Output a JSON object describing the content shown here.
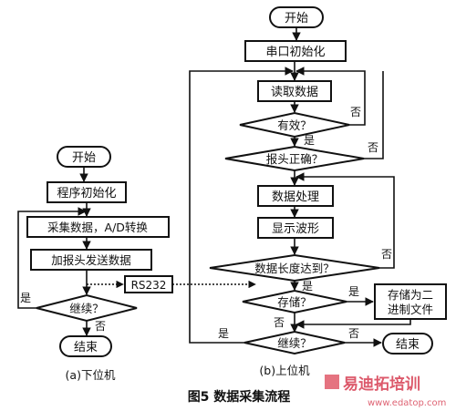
{
  "caption": "图5   数据采集流程",
  "left": {
    "title": "(a)下位机",
    "start": "开始",
    "init": "程序初始化",
    "collect": "采集数据，A/D转换",
    "send": "加报头发送数据",
    "continue": "继续？",
    "yes": "是",
    "no": "否",
    "end": "结束"
  },
  "link": {
    "rs232": "RS232"
  },
  "right": {
    "title": "(b)上位机",
    "start": "开始",
    "init": "串口初始化",
    "read": "读取数据",
    "valid": "有效？",
    "header": "报头正确？",
    "process": "数据处理",
    "display": "显示波形",
    "length": "数据长度达到？",
    "store": "存储？",
    "save_file": [
      "存储为二",
      "进制文件"
    ],
    "continue": "继续？",
    "end": "结束",
    "yes": "是",
    "no": "否"
  },
  "watermark": {
    "brand": "易迪拓培训",
    "url": "www.edatop.com"
  }
}
